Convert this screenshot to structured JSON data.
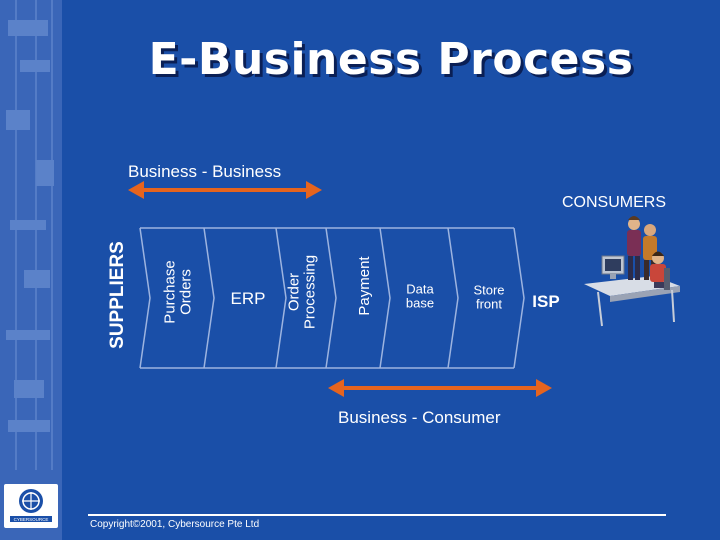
{
  "slide": {
    "title": "E-Business Process",
    "b2b_label": "Business - Business",
    "consumers_label": "CONSUMERS",
    "suppliers_label": "SUPPLIERS",
    "b2c_label": "Business - Consumer",
    "copyright": "Copyright©2001, Cybersource Pte Ltd",
    "logo_text": "CYBERSOURCE"
  },
  "process": {
    "purchase_orders": [
      "Purchase",
      "Orders"
    ],
    "erp": "ERP",
    "order_processing": [
      "Order",
      "Processing"
    ],
    "payment": "Payment",
    "database": [
      "Data",
      "base"
    ],
    "storefront": [
      "Store",
      "front"
    ],
    "isp": "ISP"
  },
  "icons": [
    "double-arrow-icon",
    "people-at-computer-icon",
    "cybersource-logo-icon"
  ],
  "colors": {
    "background": "#1a4fa8",
    "sidebar": "#3a66b8",
    "arrow": "#e6641e",
    "text": "#ffffff"
  }
}
